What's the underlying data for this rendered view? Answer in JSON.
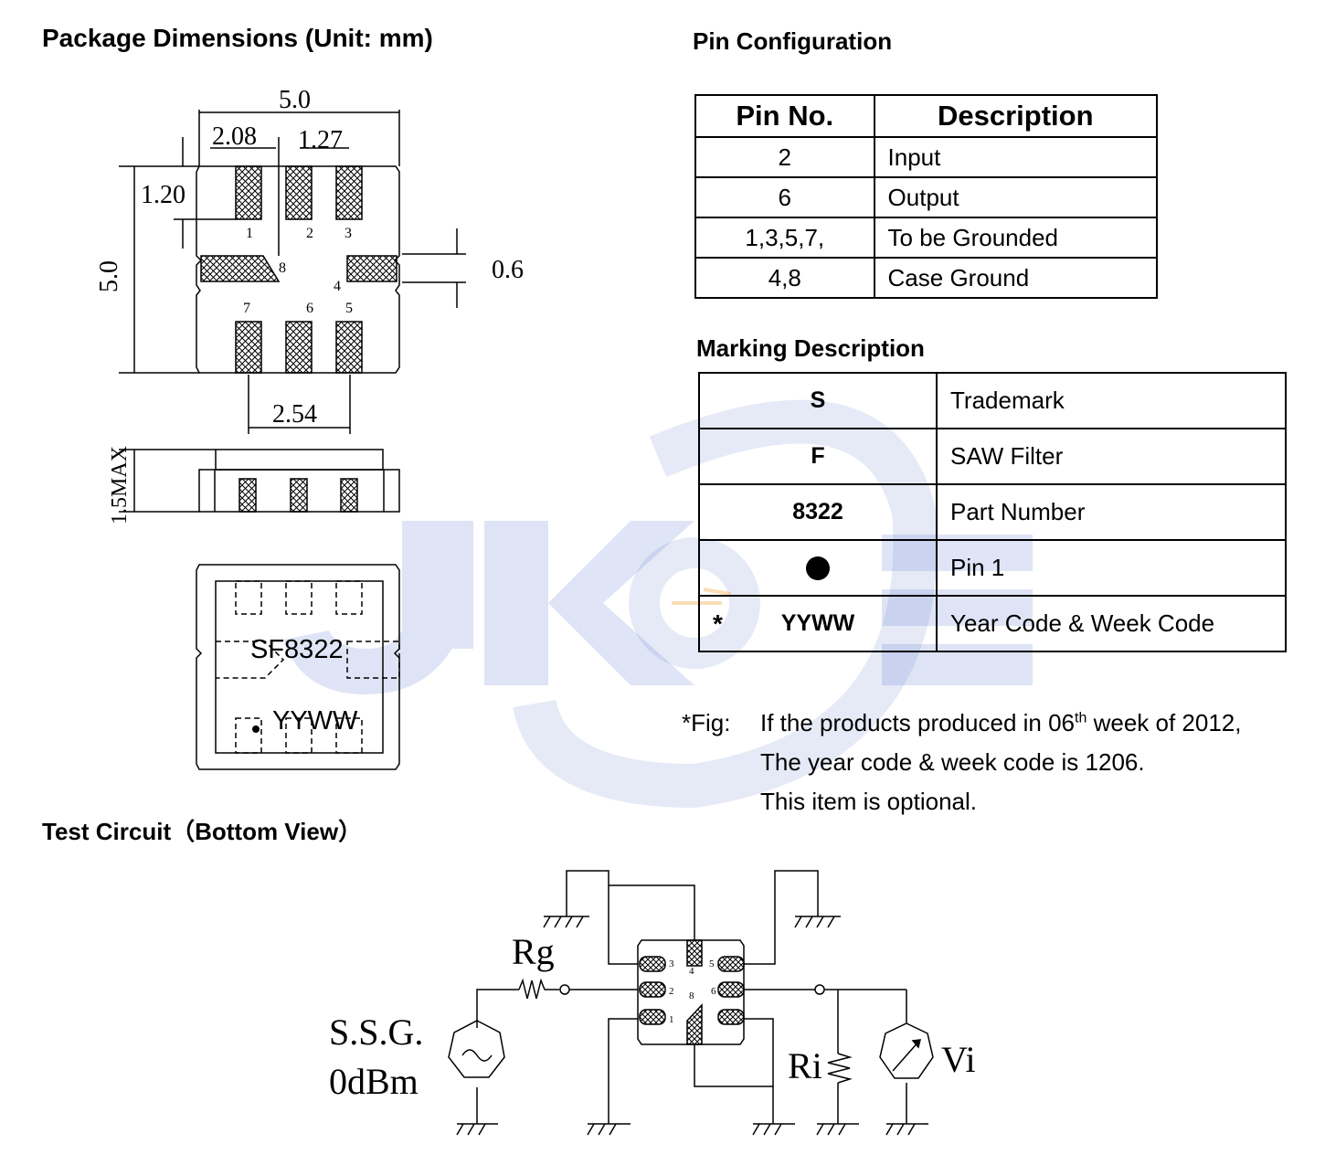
{
  "headings": {
    "package": "Package Dimensions (Unit: mm)",
    "pin_config": "Pin Configuration",
    "marking": "Marking Description",
    "test_circuit": "Test Circuit（Bottom View）"
  },
  "dimensions": {
    "width": "5.0",
    "height": "5.0",
    "d208": "2.08",
    "d127": "1.27",
    "d120": "1.20",
    "d06": "0.6",
    "d254": "2.54",
    "max_height": "1.5MAX",
    "pins": [
      "1",
      "2",
      "3",
      "4",
      "5",
      "6",
      "7",
      "8"
    ]
  },
  "top_marking": {
    "part": "SF8322",
    "code": "YYWW"
  },
  "pin_table": {
    "headers": [
      "Pin No.",
      "Description"
    ],
    "rows": [
      [
        "2",
        "Input"
      ],
      [
        "6",
        "Output"
      ],
      [
        "1,3,5,7,",
        "To be Grounded"
      ],
      [
        "4,8",
        "Case Ground"
      ]
    ]
  },
  "marking_table": {
    "rows": [
      {
        "key": "S",
        "desc": "Trademark"
      },
      {
        "key": "F",
        "desc": "SAW Filter"
      },
      {
        "key": "8322",
        "desc": "Part Number"
      },
      {
        "key": "",
        "desc": "Pin 1",
        "symbol": "filled-dot"
      },
      {
        "key": "YYWW",
        "desc": "Year Code & Week Code",
        "prefix": "*"
      }
    ]
  },
  "note": {
    "label": "*Fig:",
    "line1_pre": "If the products produced in 06",
    "line1_sup": "th",
    "line1_post": " week of 2012,",
    "line2": "The year code & week code is 1206.",
    "line3": "This item is optional."
  },
  "circuit": {
    "rg": "Rg",
    "source_line1": "S.S.G.",
    "source_line2": "0dBm",
    "ri": "Ri",
    "vi": "Vi",
    "pins": [
      "1",
      "2",
      "3",
      "4",
      "5",
      "6",
      "8"
    ]
  },
  "colors": {
    "watermark_blue": "#3b5cc4",
    "watermark_orange": "#f0a030"
  }
}
